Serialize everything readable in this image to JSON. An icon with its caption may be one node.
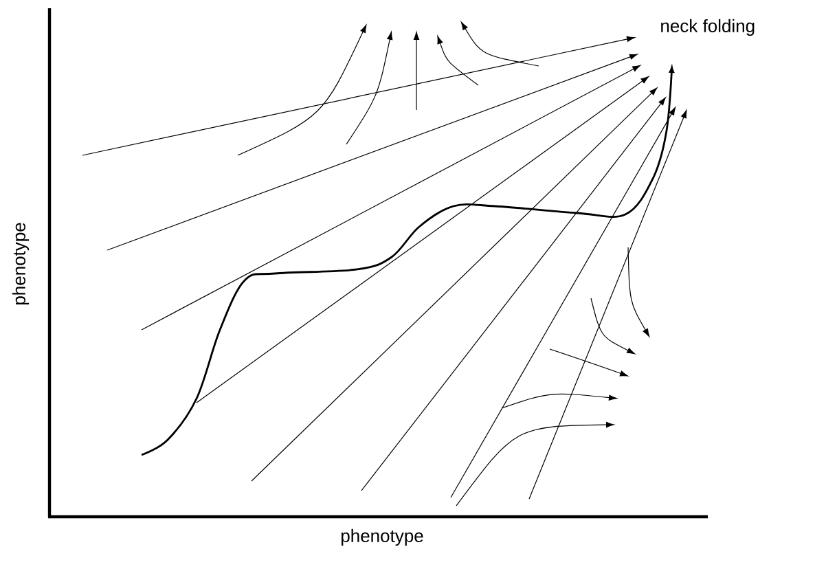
{
  "diagram": {
    "labels": [
      "neck folding",
      "phenotype",
      "phenotype"
    ]
  }
}
